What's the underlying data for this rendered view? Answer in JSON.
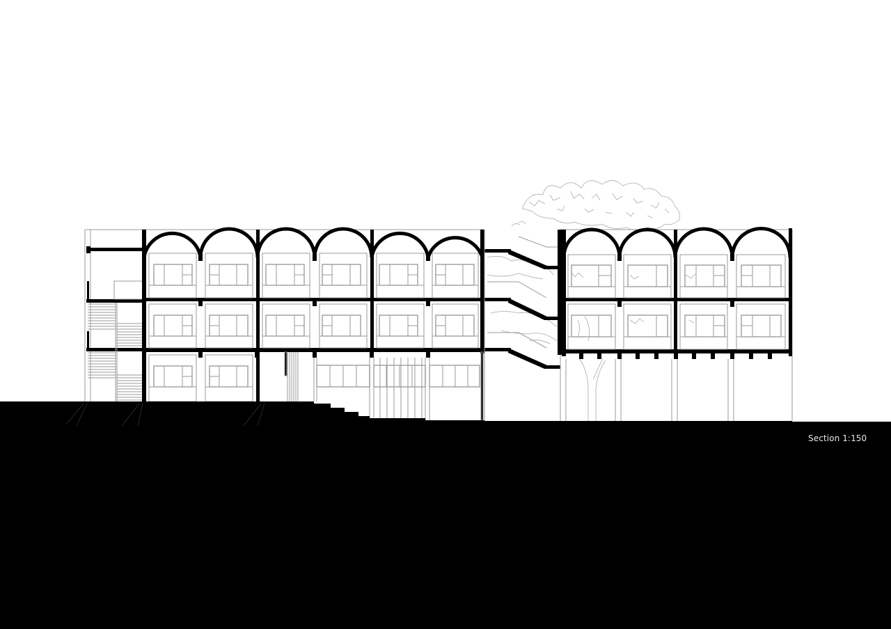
{
  "drawing": {
    "title": "Section 1:150",
    "type": "architectural section",
    "scale": "1:150",
    "colors": {
      "ground": "#000000",
      "structure": "#000000",
      "background": "#ffffff",
      "linework": "#999999",
      "label": "#e8e8e8"
    }
  }
}
